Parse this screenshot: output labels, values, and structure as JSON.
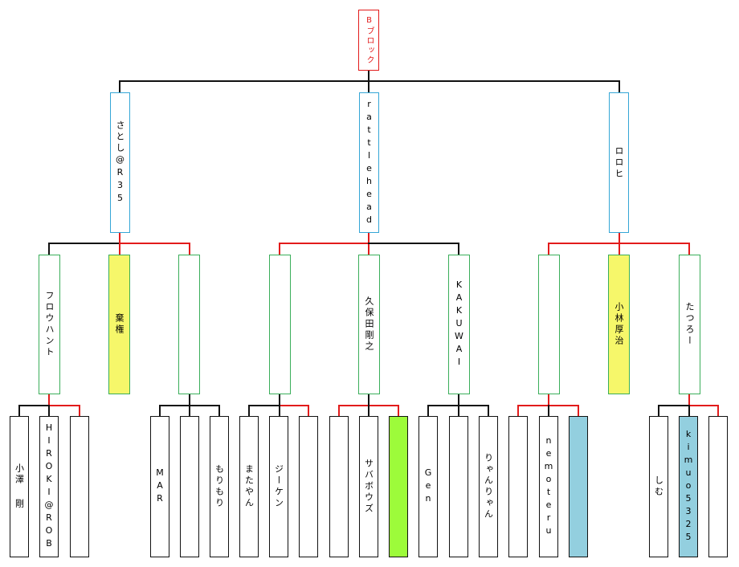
{
  "title": "Bブロック",
  "colors": {
    "win_line": "#e21b1b",
    "line": "#111111",
    "root_border": "#e21b1b",
    "l1_border": "#34a6d6",
    "l2_border": "#3aae5a",
    "l3_border": "#111111",
    "highlight_yellow": "#f6f76a",
    "highlight_green": "#9dfb3a",
    "highlight_blue": "#93cfdf"
  },
  "level1": [
    {
      "name": "さとし@R35"
    },
    {
      "name": "rattlehead"
    },
    {
      "name": "ロロヒ"
    }
  ],
  "level2": [
    {
      "name": "フロウハント"
    },
    {
      "name": "棄権",
      "fill": "highlight_yellow"
    },
    {
      "name": ""
    },
    {
      "name": ""
    },
    {
      "name": "久保田剛之"
    },
    {
      "name": "KAKUWAI"
    },
    {
      "name": ""
    },
    {
      "name": "小林厚治",
      "fill": "highlight_yellow"
    },
    {
      "name": "たつろー"
    }
  ],
  "level3": [
    {
      "name": "小澤 剛"
    },
    {
      "name": "HIROKI@ROB"
    },
    {
      "name": ""
    },
    {
      "name": "MAR"
    },
    {
      "name": ""
    },
    {
      "name": "もりもり"
    },
    {
      "name": "またやん"
    },
    {
      "name": "ジーケン"
    },
    {
      "name": ""
    },
    {
      "name": ""
    },
    {
      "name": "サバボウズ"
    },
    {
      "name": "",
      "fill": "highlight_green"
    },
    {
      "name": "Gen"
    },
    {
      "name": ""
    },
    {
      "name": "りゃんりゃん"
    },
    {
      "name": ""
    },
    {
      "name": "nemoteru"
    },
    {
      "name": "",
      "fill": "highlight_blue"
    },
    {
      "name": "しむ"
    },
    {
      "name": "kimuo5325",
      "fill": "highlight_blue"
    },
    {
      "name": ""
    }
  ]
}
